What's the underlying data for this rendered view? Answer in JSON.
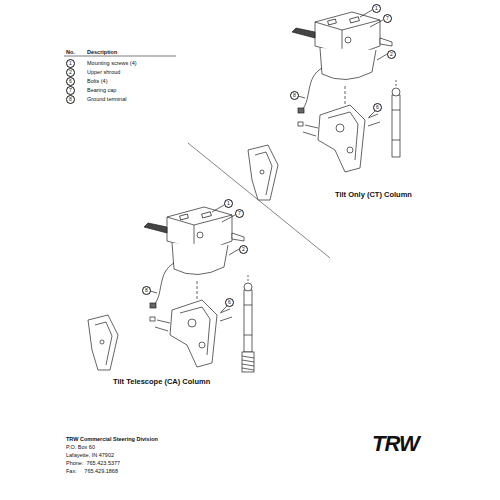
{
  "diagram": {
    "labels": [
      "No.",
      "Description",
      "1",
      "Mounting screws (4)",
      "2",
      "Upper shroud",
      "6",
      "Bolts (4)",
      "7",
      "Bearing cap",
      "8",
      "Ground terminal",
      "Tilt Only (CT) Column",
      "1",
      "7",
      "2",
      "8",
      "6",
      "Tilt Telescope (CA) Column",
      "1",
      "7",
      "2",
      "8",
      "6",
      "TRW Commercial Steering Division",
      "P.O. Box 60",
      "Lafayette, IN 47902",
      "Phone:  765.423.5377",
      "Fax:     765.429.1868",
      "TRW"
    ]
  }
}
